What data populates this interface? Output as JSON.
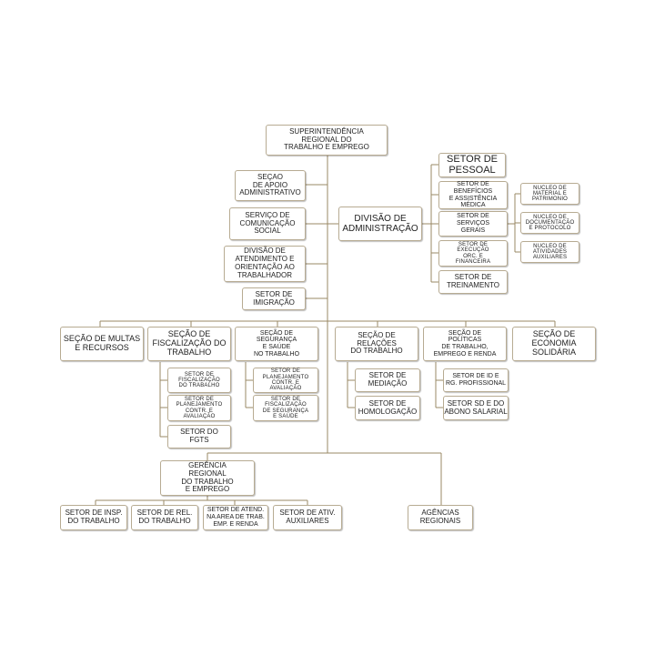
{
  "boxes": {
    "superintendencia": "SUPERINTENDÊNCIA\nREGIONAL DO\nTRABALHO E EMPREGO",
    "apoio_adm": "SEÇAO\nDE APOIO\nADMINISTRATIVO",
    "comunicacao": "SERVIÇO DE\nCOMUNICAÇÃO\nSOCIAL",
    "atendimento": "DIVISÃO DE\nATENDIMENTO E\nORIENTAÇÃO AO\nTRABALHADOR",
    "imigracao": "SETOR DE\nIMIGRAÇÃO",
    "div_adm": "DIVISÃO DE\nADMINISTRAÇÃO",
    "pessoal": "SETOR DE\nPESSOAL",
    "beneficios": "SETOR DE\nBENEFÍCIOS\nE ASSISTÊNCIA\nMÉDICA",
    "servicos_gerais": "SETOR DE\nSERVIÇOS\nGERAIS",
    "execucao": "SETOR DE\nEXECUÇÃO\nORC. E\nFINANCEIRA",
    "treinamento": "SETOR DE\nTREINAMENTO",
    "material": "NUCLEO DE\nMATERIAL E\nPATRIMONIO",
    "documentacao": "NUCLEO DE\nDOCUMENTAÇÃO\nE PROTOCOLO",
    "atividades_aux": "NUCLEO DE\nATIVIDADES\nAUXILIARES",
    "multas": "SEÇÃO DE MULTAS\nE RECURSOS",
    "fiscalizacao": "SEÇÃO DE\nFISCALIZAÇÃO DO\nTRABALHO",
    "seguranca": "SEÇÃO DE\nSEGURANÇA\nE SAÚDE\nNO TRABALHO",
    "relacoes": "SEÇÃO DE\nRELAÇÕES\nDO TRABALHO",
    "politicas": "SEÇÃO DE\nPOLÍTICAS\nDE TRABALHO,\nEMPREGO E RENDA",
    "economia": "SEÇÃO DE\nECONOMIA\nSOLIDÁRIA",
    "set_fisc": "SETOR DE\nFISCALIZAÇÃO\nDO TRABALHO",
    "set_plan_contr": "SETOR DE\nPLANEJAMENTO\nCONTR. E\nAVALIAÇÃO",
    "fgts": "SETOR DO\nFGTS",
    "set_plan_contr2": "SETOR DE\nPLANEJAMENTO\nCONTR. E\nAVALIAÇÃO",
    "set_fisc_seg": "SETOR DE\nFISCALIZAÇÃO\nDE SEGURANÇA\nE SAÚDE",
    "mediacao": "SETOR DE\nMEDIAÇÃO",
    "homologacao": "SETOR DE\nHOMOLOGAÇÃO",
    "id_prof": "SETOR DE ID E\nRG. PROFISSIONAL",
    "sd_abono": "SETOR SD E DO\nABONO SALARIAL",
    "gerencia": "GERÊNCIA\nREGIONAL\nDO TRABALHO\nE EMPREGO",
    "insp": "SETOR DE INSP.\nDO TRABALHO",
    "rel": "SETOR DE REL.\nDO TRABALHO",
    "atend_area": "SETOR DE ATEND.\nNA AREA DE TRAB.\nEMP. E RENDA",
    "ativ_aux": "SETOR DE ATIV.\nAUXILIARES",
    "agencias": "AGÊNCIAS\nREGIONAIS"
  }
}
